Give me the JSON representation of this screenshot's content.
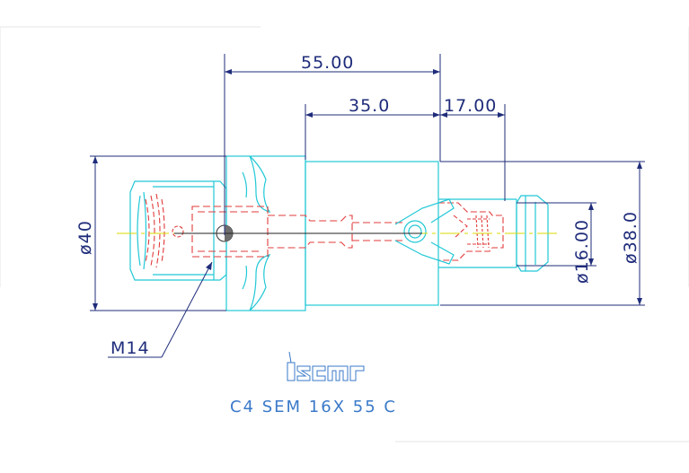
{
  "drawing": {
    "dimensions": {
      "overall_length": "55.00",
      "body_length": "35.0",
      "tip_length": "17.00",
      "shank_diameter": "ø40",
      "head_diameter": "ø38.0",
      "tip_diameter": "ø16.00",
      "thread": "M14"
    },
    "brand": "iscar",
    "designation": "C4 SEM 16X 55 C"
  },
  "colors": {
    "outline": "#22c8d6",
    "hidden": "#e23b3b",
    "dimension": "#1f2c7a",
    "centerline": "#d8d800",
    "caption": "#3a79c9"
  }
}
